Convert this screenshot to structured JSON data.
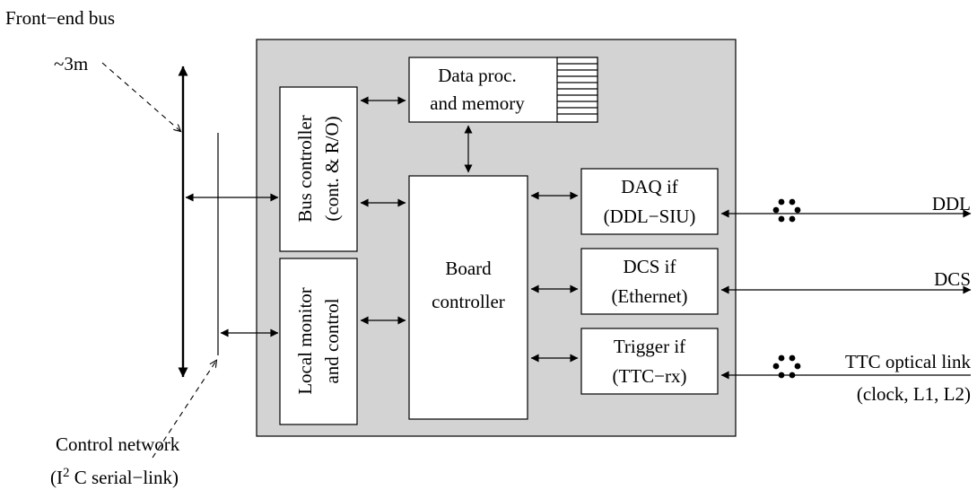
{
  "labels": {
    "front_end_bus": "Front−end bus",
    "length": "~3m",
    "control_network": "Control network",
    "i2c_prefix": "(I",
    "i2c_superscript": "2",
    "i2c_suffix": " C serial−link)"
  },
  "blocks": {
    "data_proc": {
      "line1": "Data proc.",
      "line2": "and memory"
    },
    "bus_controller": {
      "line1": "Bus controller",
      "line2": "(cont. & R/O)"
    },
    "local_monitor": {
      "line1": "Local monitor",
      "line2": "and control"
    },
    "board_controller": {
      "line1": "Board",
      "line2": "controller"
    },
    "daq_if": {
      "line1": "DAQ if",
      "line2": "(DDL−SIU)"
    },
    "dcs_if": {
      "line1": "DCS if",
      "line2": "(Ethernet)"
    },
    "trigger_if": {
      "line1": "Trigger if",
      "line2": "(TTC−rx)"
    }
  },
  "links": {
    "ddl": "DDL",
    "dcs": "DCS",
    "ttc": "TTC optical link",
    "ttc_detail": "(clock, L1, L2)"
  },
  "colors": {
    "panel": "#d3d3d3",
    "line": "#000000",
    "box": "#ffffff"
  }
}
